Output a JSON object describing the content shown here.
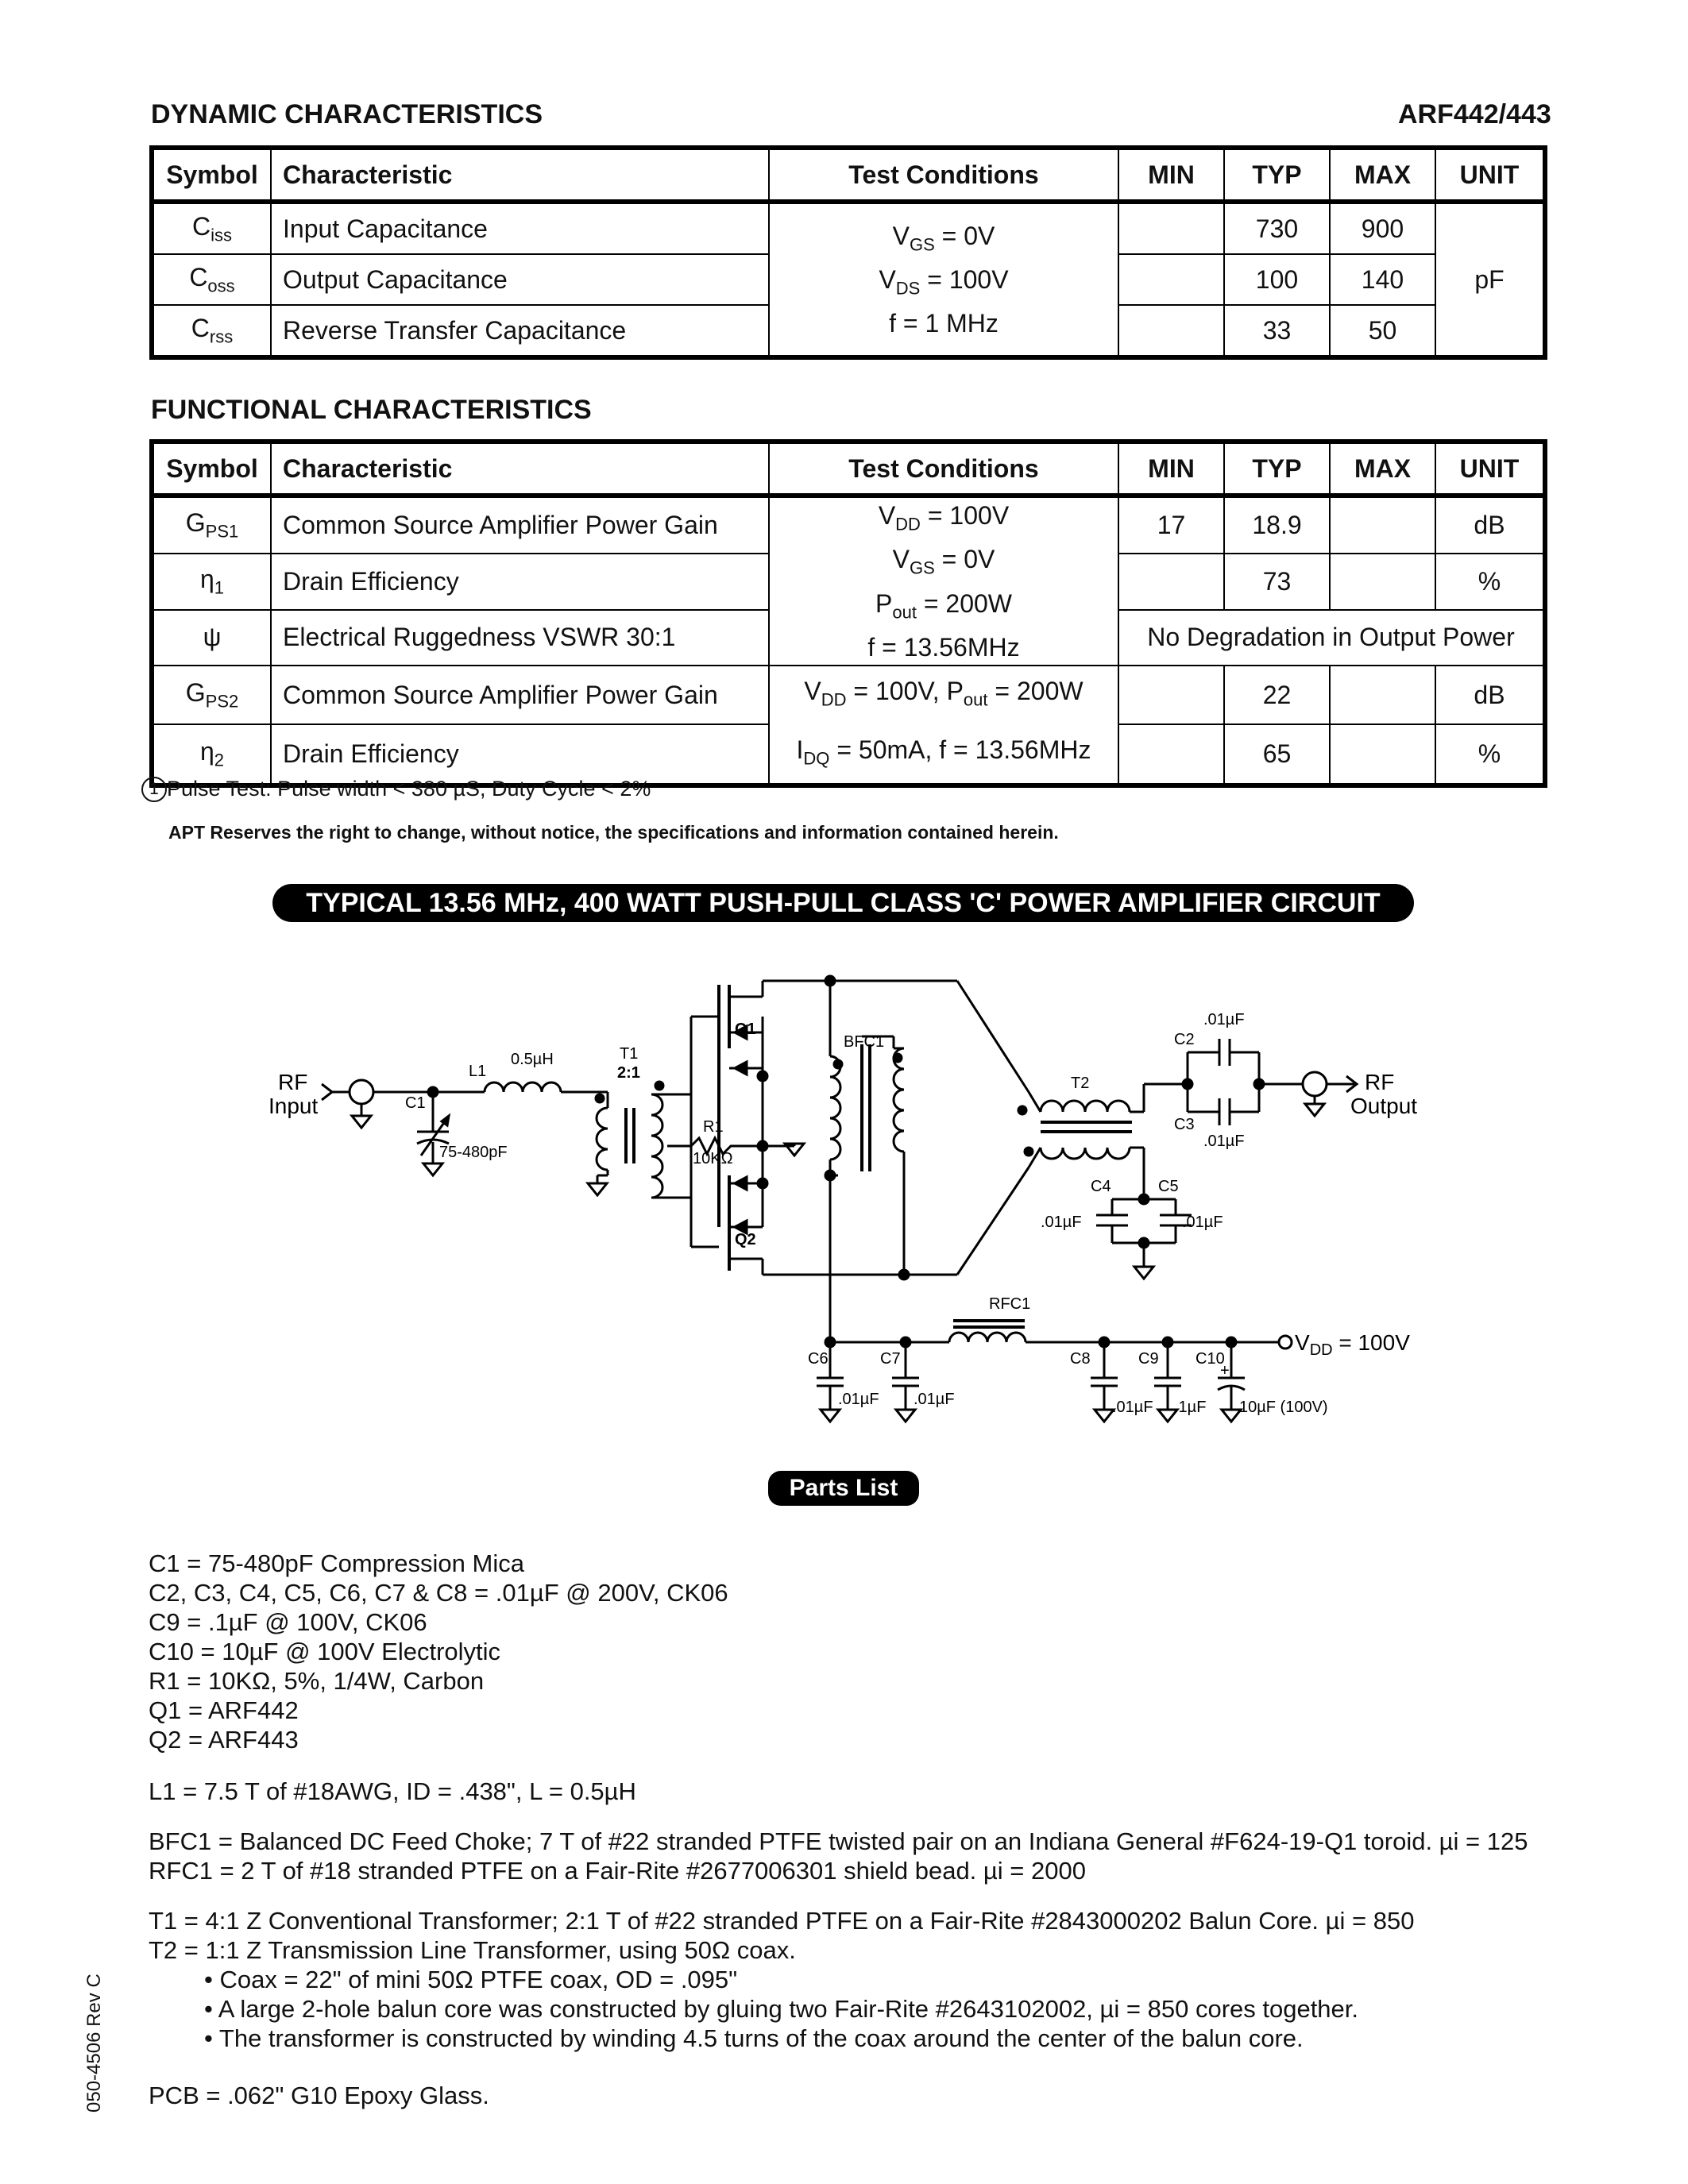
{
  "header": {
    "section_dynamic": "DYNAMIC CHARACTERISTICS",
    "part_number": "ARF442/443",
    "section_functional": "FUNCTIONAL CHARACTERISTICS"
  },
  "table_headers": {
    "symbol": "Symbol",
    "characteristic": "Characteristic",
    "conditions": "Test Conditions",
    "min": "MIN",
    "typ": "TYP",
    "max": "MAX",
    "unit": "UNIT"
  },
  "dynamic": {
    "rows": [
      {
        "sym": "C",
        "sub": "iss",
        "name": "Input Capacitance",
        "min": "",
        "typ": "730",
        "max": "900"
      },
      {
        "sym": "C",
        "sub": "oss",
        "name": "Output Capacitance",
        "min": "",
        "typ": "100",
        "max": "140"
      },
      {
        "sym": "C",
        "sub": "rss",
        "name": "Reverse Transfer Capacitance",
        "min": "",
        "typ": "33",
        "max": "50"
      }
    ],
    "cond1_a": "V",
    "cond1_sub": "GS",
    "cond1_b": " = 0V",
    "cond2_a": "V",
    "cond2_sub": "DS",
    "cond2_b": " = 100V",
    "cond3": "f = 1 MHz",
    "unit": "pF"
  },
  "functional": {
    "rows": [
      {
        "sym": "G",
        "sub": "PS1",
        "name": "Common Source Amplifier Power Gain",
        "min": "17",
        "typ": "18.9",
        "max": "",
        "unit": "dB"
      },
      {
        "sym": "η",
        "sub": "1",
        "name": "Drain Efficiency",
        "min": "",
        "typ": "73",
        "max": "",
        "unit": "%"
      },
      {
        "sym": "ψ",
        "sub": "",
        "name": "Electrical Ruggedness VSWR 30:1",
        "merged": "No Degradation in Output Power"
      },
      {
        "sym": "G",
        "sub": "PS2",
        "name": "Common Source Amplifier Power Gain",
        "min": "",
        "typ": "22",
        "max": "",
        "unit": "dB"
      },
      {
        "sym": "η",
        "sub": "2",
        "name": "Drain Efficiency",
        "min": "",
        "typ": "65",
        "max": "",
        "unit": "%"
      }
    ],
    "condA1_a": "V",
    "condA1_sub": "DD",
    "condA1_b": " = 100V",
    "condA2_a": "V",
    "condA2_sub": "GS",
    "condA2_b": " = 0V",
    "condA3_a": "P",
    "condA3_sub": "out",
    "condA3_b": " = 200W",
    "condA4": "f = 13.56MHz",
    "condB1_a": "V",
    "condB1_sub": "DD",
    "condB1_b": " = 100V, P",
    "condB1_sub2": "out",
    "condB1_c": " = 200W",
    "condB2_a": "I",
    "condB2_sub": "DQ",
    "condB2_b": " = 50mA, f = 13.56MHz"
  },
  "footnote": {
    "mark": "1",
    "text": "Pulse Test: Pulse width < 380 µS, Duty Cycle < 2%"
  },
  "disclaimer": "APT Reserves the right to change, without notice, the specifications and information contained herein.",
  "circuit_title": "TYPICAL 13.56 MHz, 400 WATT PUSH-PULL CLASS 'C' POWER AMPLIFIER CIRCUIT",
  "schematic": {
    "rf_in_1": "RF",
    "rf_in_2": "Input",
    "rf_out_1": "RF",
    "rf_out_2": "Output",
    "c1": "C1",
    "c1_val": "75-480pF",
    "l1": "L1",
    "l1_val": "0.5µH",
    "t1": "T1",
    "t1_ratio": "2:1",
    "r1": "R1",
    "r1_val": "10KΩ",
    "q1": "Q1",
    "q2": "Q2",
    "bfc1": "BFC1",
    "t2": "T2",
    "c2": "C2",
    "c2_val": ".01µF",
    "c3": "C3",
    "c3_val": ".01µF",
    "c4": "C4",
    "c5": "C5",
    "c4_val": ".01µF",
    "c5_val": ".01µF",
    "rfc1": "RFC1",
    "c6": "C6",
    "c7": "C7",
    "c8": "C8",
    "c9": "C9",
    "c10": "C10",
    "c6_val": ".01µF",
    "c7_val": ".01µF",
    "c8_val": ".01µF",
    "c9_val": ".1µF",
    "c10_val": "10µF (100V)",
    "c10_plus": "+",
    "vdd_a": "V",
    "vdd_sub": "DD",
    "vdd_b": " = 100V"
  },
  "parts_list_title": "Parts List",
  "parts": {
    "group1": [
      "C1 = 75-480pF Compression Mica",
      "C2, C3, C4, C5, C6, C7 & C8 = .01µF @ 200V, CK06",
      "C9 = .1µF @ 100V, CK06",
      "C10 = 10µF @ 100V Electrolytic",
      "R1 = 10KΩ, 5%, 1/4W, Carbon",
      "Q1 = ARF442",
      "Q2 = ARF443"
    ],
    "l1": "L1 = 7.5 T of #18AWG, ID = .438\", L = 0.5µH",
    "bfc1": "BFC1 = Balanced DC Feed Choke; 7 T of #22 stranded PTFE twisted pair on an Indiana General #F624-19-Q1 toroid. µi = 125",
    "rfc1": "RFC1 = 2 T of #18 stranded PTFE on a Fair-Rite #2677006301 shield bead. µi = 2000",
    "t1": "T1 = 4:1 Z Conventional Transformer; 2:1 T of #22 stranded PTFE on a Fair-Rite #2843000202 Balun Core.  µi = 850",
    "t2": "T2 = 1:1 Z Transmission Line Transformer, using 50Ω coax.",
    "t2_b1": "• Coax = 22\" of mini 50Ω PTFE coax, OD = .095\"",
    "t2_b2": "• A large 2-hole balun core was constructed by gluing two Fair-Rite #2643102002, µi = 850 cores together.",
    "t2_b3": "• The transformer is constructed by winding 4.5 turns of the coax around the center of the balun core.",
    "pcb": "PCB = .062\" G10 Epoxy Glass."
  },
  "side_code": "050-4506 Rev C"
}
